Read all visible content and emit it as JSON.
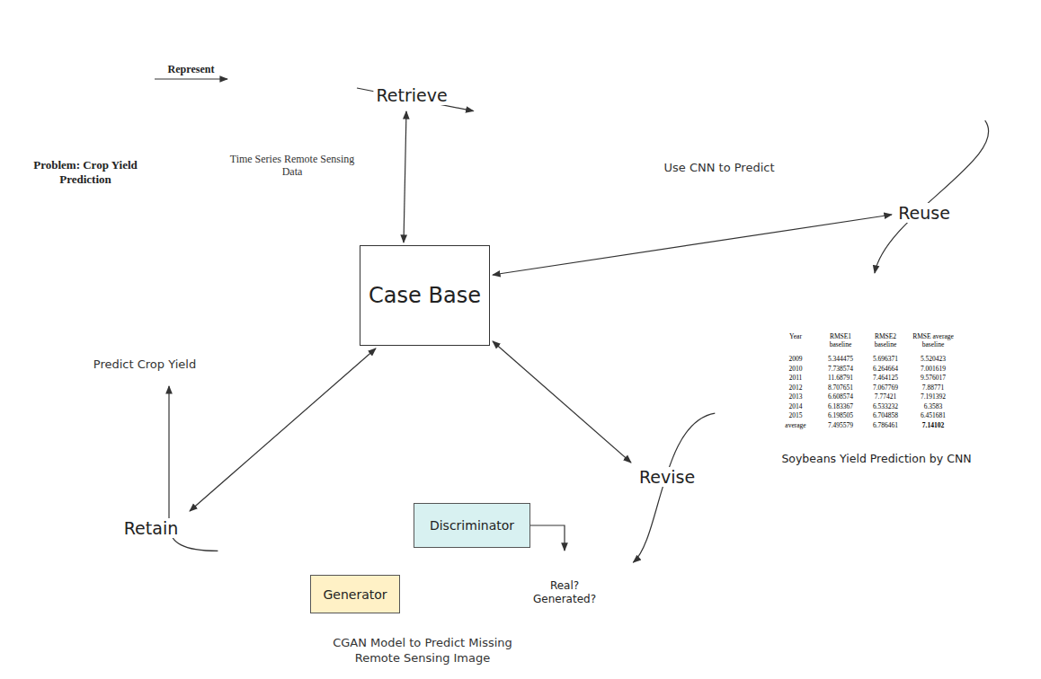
{
  "diagram": {
    "nodes": [
      {
        "text": [
          "Problem: Crop Yield Prediction"
        ]
      },
      {
        "text": [
          "Time Series Remote Sensing Data"
        ]
      },
      {
        "text": [
          "Use CNN to Predict"
        ]
      },
      {
        "text": [
          "Predict Crop Yield"
        ]
      },
      {
        "text": [
          "Case Base"
        ]
      },
      {
        "text": [
          "Soybeans Yield Prediction by CNN"
        ]
      },
      {
        "text": [
          "CGAN Model to Predict Missing Remote Sensing Image"
        ]
      },
      {
        "text": [
          "Discriminator"
        ],
        "in": 6
      },
      {
        "text": [
          "Generator"
        ],
        "in": 6
      },
      {
        "text": [
          "Real? Generated?"
        ],
        "in": 6
      }
    ],
    "edges": [
      {
        "from": 0,
        "to": 1,
        "arrow": "to",
        "label": "Represent"
      },
      {
        "from": 1,
        "to": 2,
        "arrow": "to",
        "label": "Retrieve"
      },
      {
        "from": 2,
        "to": 5,
        "arrow": "to",
        "label": "Reuse"
      },
      {
        "from": 5,
        "to": 6,
        "arrow": "to",
        "label": "Revise"
      },
      {
        "from": 6,
        "to": 3,
        "arrow": "to",
        "label": "Retain"
      },
      {
        "from": 7,
        "to": 9,
        "arrow": "to"
      }
    ],
    "labels": [
      "Year",
      "RMSE1 baseline",
      "RMSE2 baseline",
      "RMSE average baseline",
      "2009",
      "5.344475",
      "5.696371",
      "5.520423",
      "2010",
      "7.738574",
      "6.264664",
      "7.001619",
      "2011",
      "11.68791",
      "7.464125",
      "9.576017",
      "2012",
      "8.707651",
      "7.067769",
      "7.88771",
      "2013",
      "6.608574",
      "7.77421",
      "7.191392",
      "2014",
      "6.183367",
      "6.533232",
      "6.3583",
      "2015",
      "6.198505",
      "6.704858",
      "6.451681",
      "average",
      "7.495579",
      "6.786461",
      "7.14102"
    ]
  }
}
